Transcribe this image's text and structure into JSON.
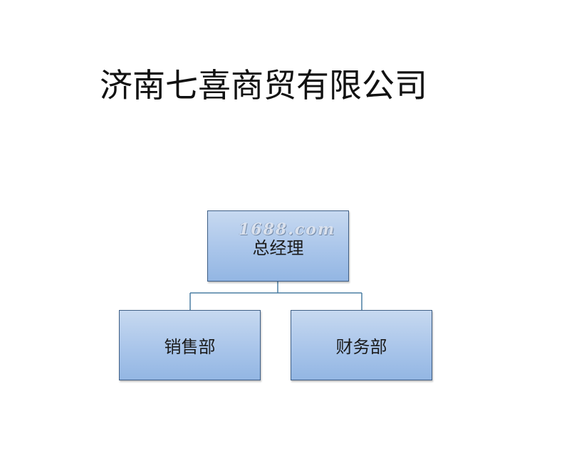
{
  "title": "济南七喜商贸有限公司",
  "org_chart": {
    "root": {
      "label": "总经理"
    },
    "children": [
      {
        "label": "销售部"
      },
      {
        "label": "财务部"
      }
    ]
  },
  "watermark": "1688.com",
  "colors": {
    "box_fill_top": "#c7d9f0",
    "box_fill_bottom": "#93b6e3",
    "box_border": "#3f5f86",
    "connector": "#4a7ea3"
  }
}
